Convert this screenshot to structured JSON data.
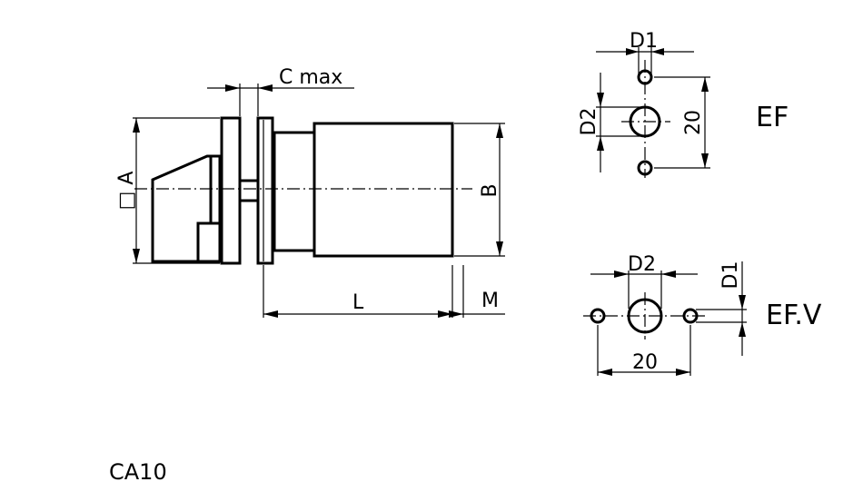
{
  "drawing": {
    "main_view": {
      "dim_a": "□ A",
      "dim_b": "B",
      "dim_c": "C max",
      "dim_l": "L",
      "dim_m": "M"
    },
    "ef_view": {
      "dim_d1": "D1",
      "dim_d2": "D2",
      "dim_spacing": "20",
      "variant": "EF"
    },
    "efv_view": {
      "dim_d1": "D1",
      "dim_d2": "D2",
      "dim_spacing": "20",
      "variant": "EF.V"
    },
    "model_code": "CA10"
  }
}
